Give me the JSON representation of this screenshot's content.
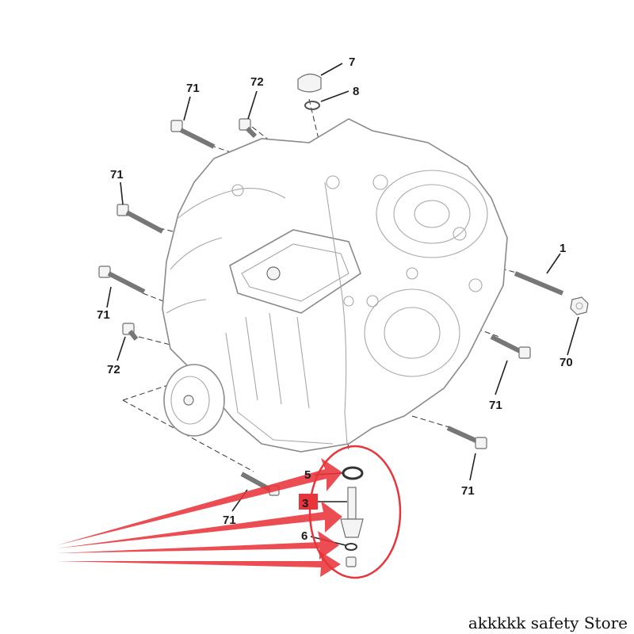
{
  "labels": {
    "p1": "1",
    "p3": "3",
    "p5": "5",
    "p6": "6",
    "p7": "7",
    "p8": "8",
    "p70": "70",
    "p71": "71",
    "p72": "72"
  },
  "store_caption": "akkkkk safety Store",
  "colors": {
    "highlight": "#e8343a",
    "housing_outline": "#8a8a8a",
    "label_text": "#1a1a1a"
  },
  "icons": {
    "highlight_ring": "ellipse",
    "pointer_arrows": "red-arrows"
  }
}
